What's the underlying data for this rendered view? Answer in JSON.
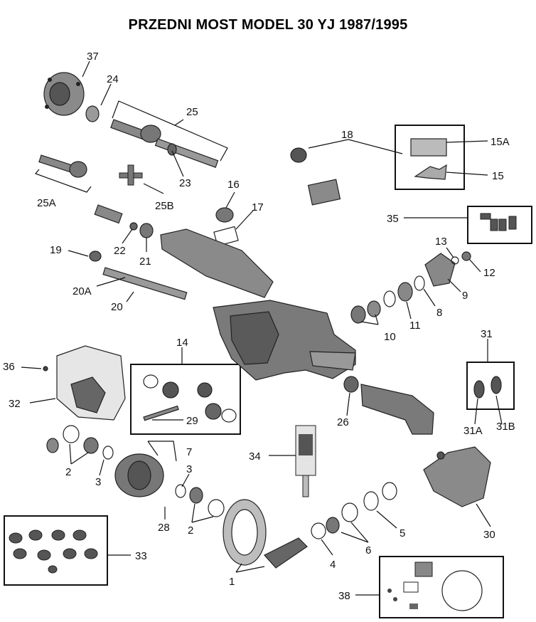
{
  "title": "PRZEDNI MOST MODEL 30 YJ 1987/1995",
  "labels": {
    "p37": "37",
    "p24": "24",
    "p25": "25",
    "p23": "23",
    "p25A": "25A",
    "p25B": "25B",
    "p16": "16",
    "p17": "17",
    "p18": "18",
    "p15A": "15A",
    "p15": "15",
    "p35": "35",
    "p13": "13",
    "p12": "12",
    "p9": "9",
    "p8": "8",
    "p11": "11",
    "p10": "10",
    "p19": "19",
    "p22": "22",
    "p21": "21",
    "p20A": "20A",
    "p20": "20",
    "p14": "14",
    "p36": "36",
    "p32": "32",
    "p29": "29",
    "p31": "31",
    "p31A": "31A",
    "p31B": "31B",
    "p26": "26",
    "p34": "34",
    "p7": "7",
    "p2a": "2",
    "p3a": "3",
    "p3b": "3",
    "p2b": "2",
    "p28": "28",
    "p30": "30",
    "p5": "5",
    "p6": "6",
    "p4": "4",
    "p1": "1",
    "p33": "33",
    "p38": "38"
  }
}
